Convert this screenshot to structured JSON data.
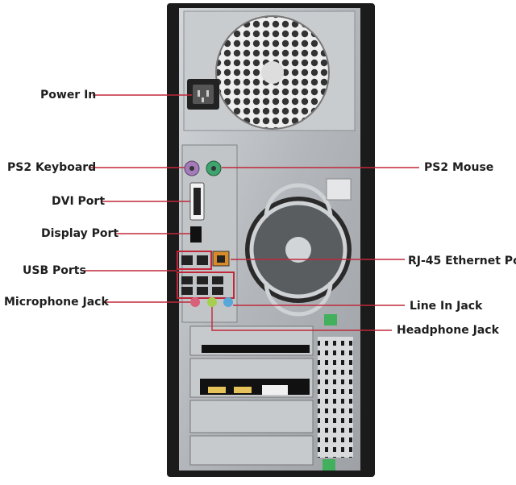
{
  "labels": {
    "power_in": "Power In",
    "ps2_keyboard": "PS2 Keyboard",
    "dvi_port": "DVI Port",
    "display_port": "Display Port",
    "usb_ports": "USB Ports",
    "microphone_jack": "Microphone Jack",
    "ps2_mouse": "PS2 Mouse",
    "rj45_ethernet": "RJ-45 Ethernet Po",
    "line_in_jack": "Line In Jack",
    "headphone_jack": "Headphone Jack"
  },
  "colors": {
    "leader_line": "#c0283a",
    "usb_highlight": "#c0283a",
    "case_frame": "#1b1b1b",
    "panel_metal": "#b9bdc1",
    "ps2_keyboard_port": "#a37bb8",
    "ps2_mouse_port": "#3fa36f",
    "mic_jack": "#d9607a",
    "line_in_jack": "#57a8d8",
    "headphone_jack": "#a7cf4f",
    "latch": "#42b05c"
  }
}
